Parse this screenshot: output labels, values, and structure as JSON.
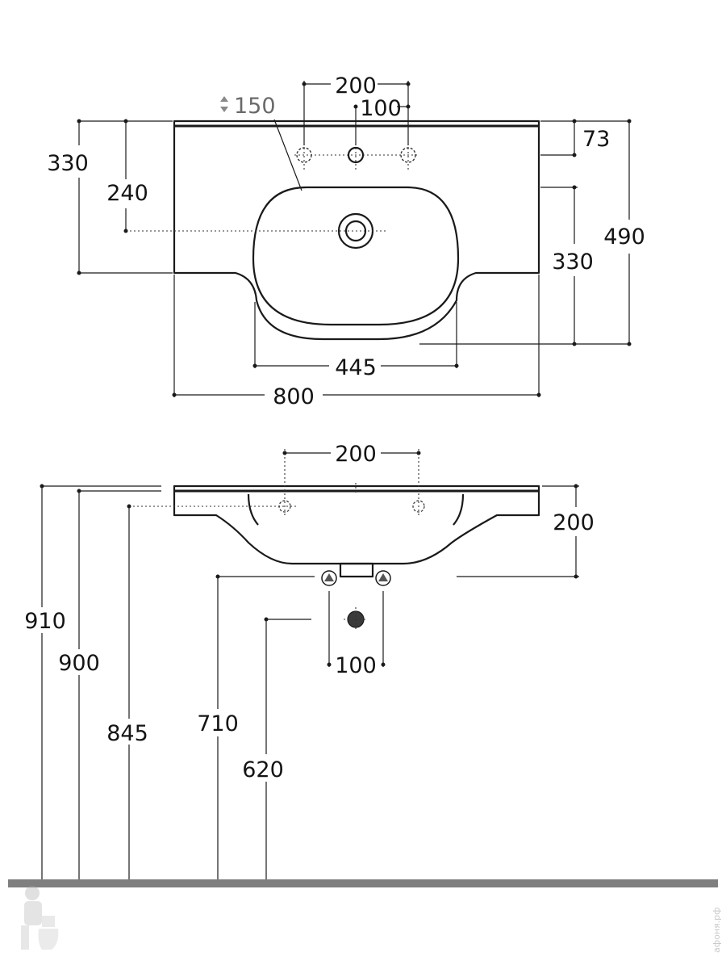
{
  "top_view": {
    "tap_spacing": "200",
    "centre_tap_offset": "100",
    "overflow_depth": "150",
    "overall_depth_left": "330",
    "drain_depth": "240",
    "tap_hole_depth": "73",
    "overall_depth_right": "490",
    "bowl_depth": "330",
    "bowl_width": "445",
    "overall_width": "800"
  },
  "side_view": {
    "tap_spacing": "200",
    "bowl_height": "200",
    "valve_spacing": "100",
    "height_910": "910",
    "height_900": "900",
    "height_845": "845",
    "height_710": "710",
    "height_620": "620"
  },
  "watermark": "афоня.рф"
}
